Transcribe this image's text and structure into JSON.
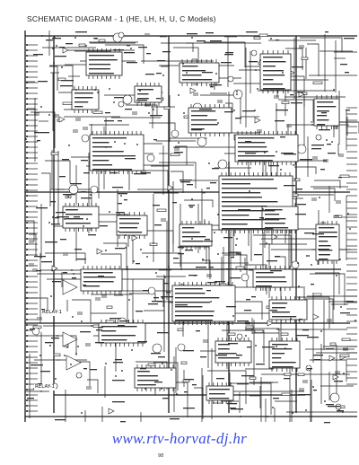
{
  "document": {
    "title": "SCHEMATIC DIAGRAM - 1 (HE, LH, H, U, C Models)",
    "page_number": "98"
  },
  "labels": {
    "relay_1": "RELAY-1",
    "relay_2": "RELAY-1"
  },
  "watermark": {
    "text": "www.rtv-horvat-dj.hr",
    "color": "#3a4be0"
  },
  "colors": {
    "ink": "#1a1a1a",
    "paper": "#ffffff"
  }
}
